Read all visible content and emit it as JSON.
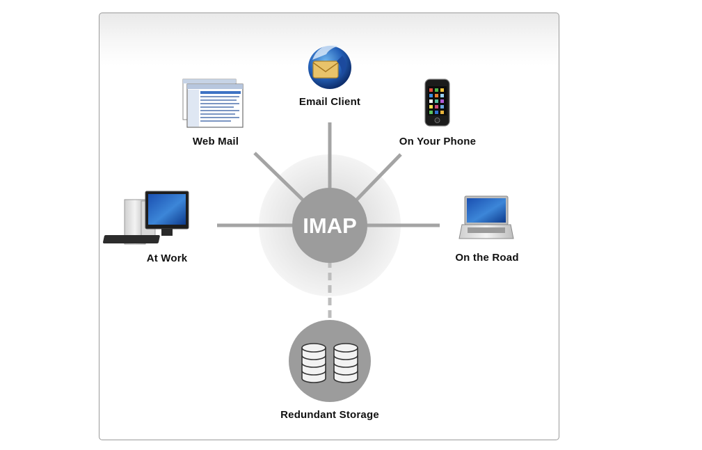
{
  "center": {
    "label": "IMAP",
    "color": "#9c9c9c"
  },
  "nodes": {
    "email_client": {
      "label": "Email Client",
      "icon": "thunderbird-icon"
    },
    "web_mail": {
      "label": "Web Mail",
      "icon": "browser-window-icon"
    },
    "on_your_phone": {
      "label": "On Your Phone",
      "icon": "smartphone-icon"
    },
    "at_work": {
      "label": "At Work",
      "icon": "desktop-computer-icon"
    },
    "on_the_road": {
      "label": "On the Road",
      "icon": "laptop-icon"
    },
    "redundant_storage": {
      "label": "Redundant Storage",
      "icon": "database-icon"
    }
  },
  "colors": {
    "spoke": "#a4a4a4",
    "hub": "#9c9c9c",
    "panel_border": "#9a9a9a"
  }
}
